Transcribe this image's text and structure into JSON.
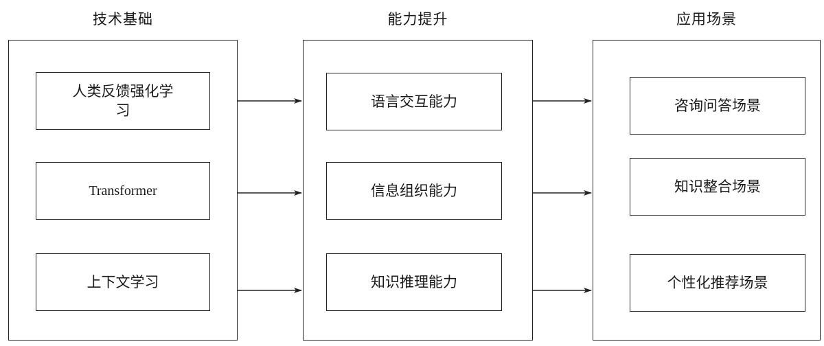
{
  "columns": [
    {
      "title": "技术基础",
      "nodes": [
        "人类反馈强化学习",
        "Transformer",
        "上下文学习"
      ]
    },
    {
      "title": "能力提升",
      "nodes": [
        "语言交互能力",
        "信息组织能力",
        "知识推理能力"
      ]
    },
    {
      "title": "应用场景",
      "nodes": [
        "咨询问答场景",
        "知识整合场景",
        "个性化推荐场景"
      ]
    }
  ]
}
